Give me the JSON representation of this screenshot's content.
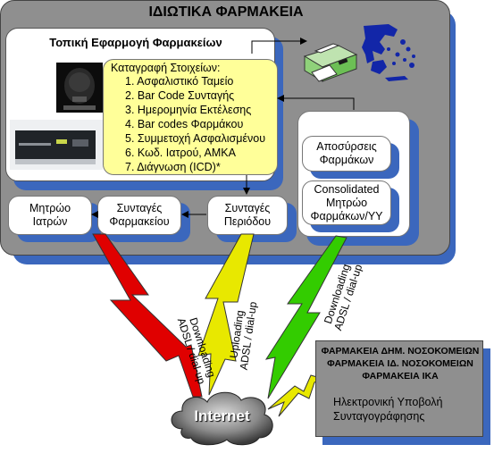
{
  "title": "ΙΔΙΩΤΙΚΑ ΦΑΡΜΑΚΕΙΑ",
  "local_app": {
    "title": "Τοπική Εφαρμογή Φαρμακείων",
    "data_box": {
      "title": "Καταγραφή Στοιχείων:",
      "items": [
        "1. Ασφαλιστικό Ταμείο",
        "2. Bar Code Συνταγής",
        "3. Ημερομηνία Εκτέλεσης",
        "4. Bar codes Φαρμάκου",
        "5. Συμμετοχή Ασφαλισμένου",
        "6. Κωδ. Ιατρού, ΑΜΚΑ",
        "7. Διάγνωση (ICD)*"
      ]
    }
  },
  "boxes": {
    "doctors_line1": "Μητρώο",
    "doctors_line2": "Ιατρών",
    "pharmacy_line1": "Συνταγές",
    "pharmacy_line2": "Φαρμακείου",
    "period_line1": "Συνταγές",
    "period_line2": "Περιόδου",
    "withdrawals_line1": "Αποσύρσεις",
    "withdrawals_line2": "Φαρμάκων",
    "consolidated_line1": "Consolidated",
    "consolidated_line2": "Μητρώο",
    "consolidated_line3": "Φαρμάκων/ΥΥ"
  },
  "links": {
    "red_line1": "Downloading",
    "red_line2": "ADSL / dial-up",
    "yellow_line1": "Uploading",
    "yellow_line2": "ADSL / dial-up",
    "green_line1": "Downloading",
    "green_line2": "ADSL / dial-up"
  },
  "internet": "Internet",
  "hospitals": {
    "line1": "ΦΑΡΜΑΚΕΙΑ ΔΗΜ. ΝΟΣΟΚΟΜΕΙΩΝ",
    "line2": "ΦΑΡΜΑΚΕΙΑ ΙΔ. ΝΟΣΟΚΟΜΕΙΩΝ",
    "line3": "ΦΑΡΜΑΚΕΙΑ ΙΚΑ",
    "body1": "Ηλεκτρονική Υποβολή",
    "body2": "Συνταγογράφησης"
  },
  "colors": {
    "frame": "#8f8f8f",
    "shadow": "#3b67bd",
    "note": "#ffff99",
    "lightning_red": "#e00000",
    "lightning_yellow": "#e8e800",
    "lightning_green": "#33cc00"
  }
}
